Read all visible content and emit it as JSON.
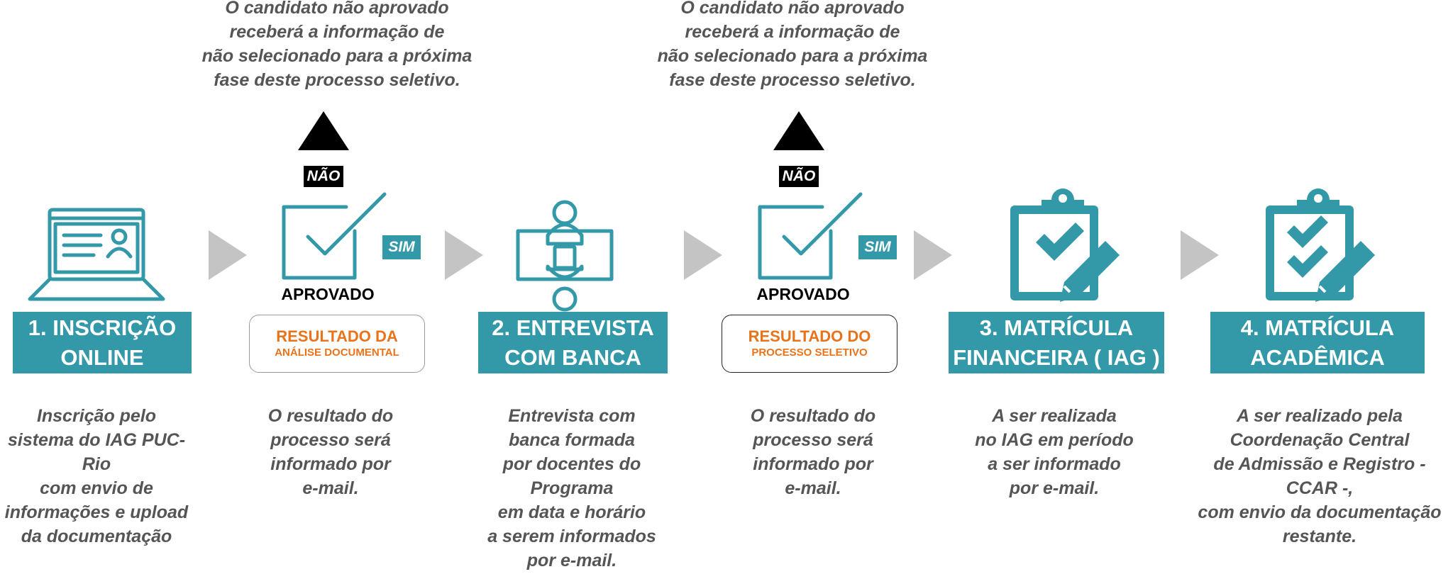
{
  "colors": {
    "teal": "#3399a8",
    "orange": "#e8731b",
    "grey_text": "#555555",
    "arrow_grey": "#c4c4c4"
  },
  "rejection_notes": [
    "O candidato não aprovado\nreceberá a informação de\nnão selecionado para a próxima\nfase deste processo seletivo.",
    "O candidato não aprovado\nreceberá a informação de\nnão selecionado para a próxima\nfase deste processo seletivo."
  ],
  "decisions": [
    {
      "nao": "NÃO",
      "sim": "SIM",
      "approved": "APROVADO",
      "result_line1": "RESULTADO DA",
      "result_line2": "ANÁLISE DOCUMENTAL",
      "description": "O resultado do\nprocesso será\ninformado por\ne-mail."
    },
    {
      "nao": "NÃO",
      "sim": "SIM",
      "approved": "APROVADO",
      "result_line1": "RESULTADO DO",
      "result_line2": "PROCESSO SELETIVO",
      "description": "O resultado do\nprocesso será\ninformado por\ne-mail."
    }
  ],
  "steps": [
    {
      "title": "1. INSCRIÇÃO\nONLINE",
      "icon": "laptop-icon",
      "description": "Inscrição pelo\nsistema do IAG PUC-Rio\ncom envio de\ninformações e upload\nda documentação"
    },
    {
      "title": "2. ENTREVISTA\nCOM BANCA",
      "icon": "meeting-table-icon",
      "description": "Entrevista com\nbanca formada\npor docentes do\nPrograma\nem data e horário\na serem informados\npor e-mail."
    },
    {
      "title": "3. MATRÍCULA\nFINANCEIRA ( IAG )",
      "icon": "clipboard-check-icon",
      "description": "A ser realizada\nno IAG em período\na ser informado\npor e-mail."
    },
    {
      "title": "4. MATRÍCULA\nACADÊMICA",
      "icon": "clipboard-double-check-icon",
      "description": "A ser realizado pela\nCoordenação Central\nde Admissão e Registro - CCAR -,\ncom envio da documentação\nrestante."
    }
  ]
}
